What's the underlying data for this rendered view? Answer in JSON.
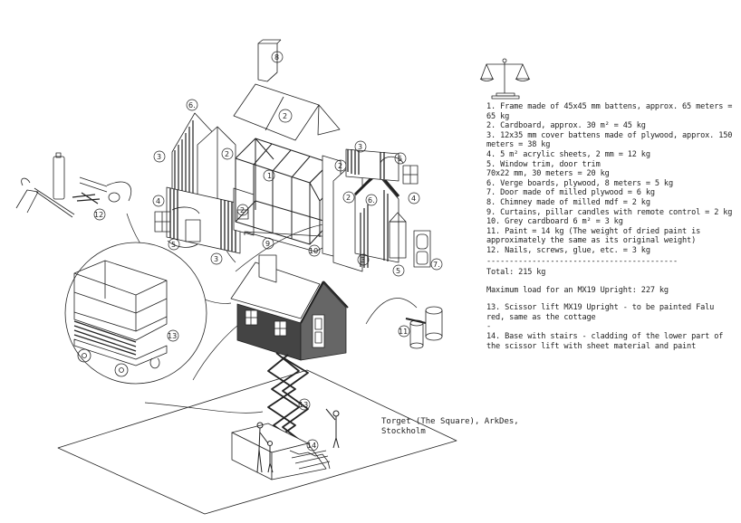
{
  "diagram": {
    "type": "exploded axonometric architectural drawing",
    "subject": "Cottage on a scissor lift",
    "background": "#ffffff",
    "ink": "#222222"
  },
  "scale_icon": "balance-scale-icon",
  "legend": {
    "items": [
      {
        "num": "1",
        "text": "1. Frame made of 45x45 mm battens, approx. 65 meters = 65 kg"
      },
      {
        "num": "2",
        "text": "2. Cardboard, approx. 30 m² = 45 kg"
      },
      {
        "num": "3",
        "text": "3. 12x35 mm cover battens made of plywood, approx. 150 meters = 38 kg"
      },
      {
        "num": "4",
        "text": "4. 5 m² acrylic sheets, 2 mm = 12 kg"
      },
      {
        "num": "5",
        "text": "5. Window trim, door trim\n70x22 mm, 30 meters = 20 kg"
      },
      {
        "num": "6",
        "text": "6. Verge boards, plywood, 8 meters = 5 kg"
      },
      {
        "num": "7",
        "text": "7. Door made of milled plywood = 6 kg"
      },
      {
        "num": "8",
        "text": "8. Chimney made of milled mdf = 2 kg"
      },
      {
        "num": "9",
        "text": "9. Curtains, pillar candles with remote control = 2 kg"
      },
      {
        "num": "10",
        "text": "10. Grey cardboard 6 m² = 3 kg"
      },
      {
        "num": "11",
        "text": "11. Paint = 14 kg (The weight of dried paint is approximately the same as its original weight)"
      },
      {
        "num": "12",
        "text": "12. Nails, screws, glue, etc. = 3 kg"
      }
    ],
    "divider": "------------------------------------------",
    "total": "Total: 215 kg",
    "max_load": "Maximum load for an MX19 Upright: 227 kg",
    "item13": "13. Scissor lift MX19 Upright - to be painted Falu red, same as the cottage",
    "separator_dash": "-",
    "item14": "14. Base with stairs - cladding of the lower part of the scissor lift with sheet material and paint"
  },
  "location_label": "Torget (The Square), ArkDes,\nStockholm",
  "callouts": {
    "c1": "1",
    "c2": "2",
    "c3": "3",
    "c4": "4",
    "c5": "5",
    "c6": "6.",
    "c7": "7.",
    "c8": "8",
    "c9": "9",
    "c10": "10",
    "c11": "11",
    "c12": "12",
    "c13": "13",
    "c14": "14"
  }
}
